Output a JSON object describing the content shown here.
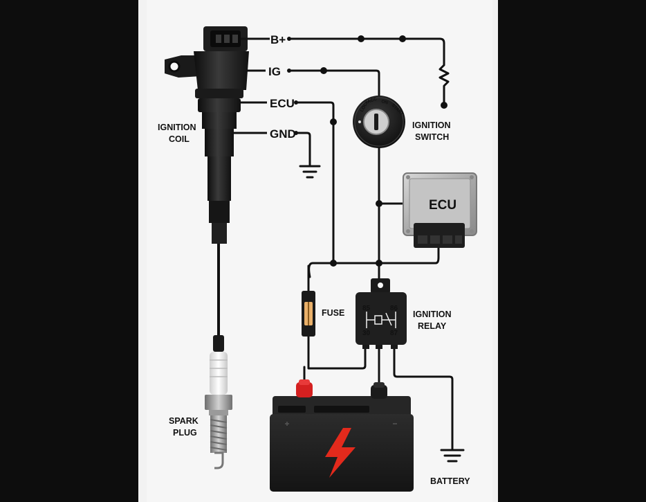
{
  "labels": {
    "b_plus": "B+",
    "ig": "IG",
    "ecu_pin": "ECU",
    "gnd": "GND",
    "coil_line1": "IGNITION",
    "coil_line2": "COIL",
    "switch_line1": "IGNITION",
    "switch_line2": "SWITCH",
    "ecu_module": "ECU",
    "fuse": "FUSE",
    "relay_line1": "IGNITION",
    "relay_line2": "RELAY",
    "spark_line1": "SPARK",
    "spark_line2": "PLUG",
    "battery": "BATTERY"
  },
  "switch_positions": [
    "LOCK",
    "ACC",
    "ON",
    "START"
  ],
  "relay_pins": [
    "85",
    "86",
    "30",
    "87"
  ],
  "colors": {
    "background": "#0d0d0d",
    "panel": "#f4f4f4",
    "wire": "#111111",
    "component": "#1c1c1c",
    "terminal_positive": "#d42020",
    "bolt": "#e32a1c",
    "ecu_metal": "#b9b9b9"
  }
}
